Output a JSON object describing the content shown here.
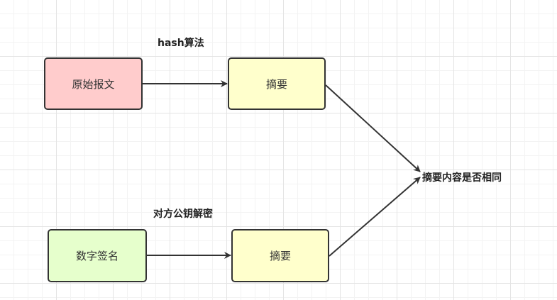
{
  "diagram": {
    "nodes": {
      "original_message": {
        "label": "原始报文",
        "fill": "#ffcccc"
      },
      "digest_top": {
        "label": "摘要",
        "fill": "#ffffcc"
      },
      "digital_signature": {
        "label": "数字签名",
        "fill": "#e6ffcc"
      },
      "digest_bottom": {
        "label": "摘要",
        "fill": "#ffffcc"
      }
    },
    "labels": {
      "hash_algorithm": "hash算法",
      "public_key_decrypt": "对方公钥解密",
      "compare_result": "摘要内容是否相同"
    },
    "colors": {
      "stroke": "#333333",
      "grid_line": "#e4e4e4",
      "background": "#ffffff"
    }
  }
}
